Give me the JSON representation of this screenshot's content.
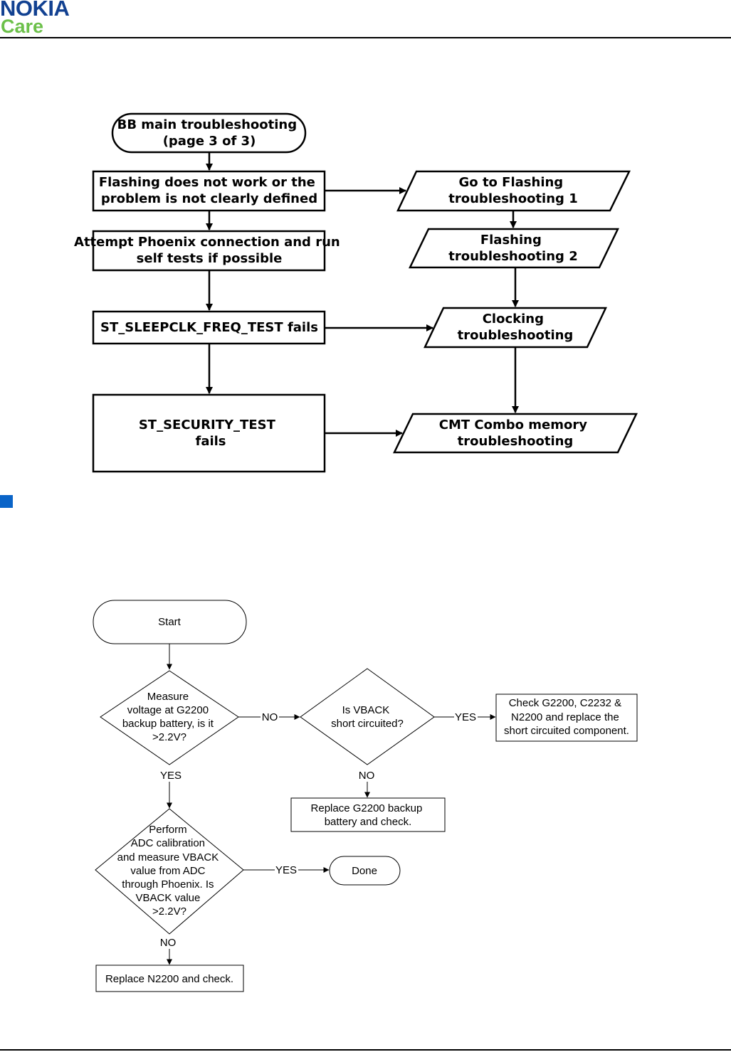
{
  "brand": {
    "name": "NOKIA",
    "sub": "Care",
    "primary_color": "#124191",
    "secondary_color": "#6cc04a"
  },
  "section_marker_color": "#0a64c8",
  "flowchart1": {
    "start": [
      "BB main troubleshooting",
      "(page 3 of 3)"
    ],
    "flashing": [
      "Flashing does not work or the",
      "problem is not clearly defined"
    ],
    "phoenix": [
      "Attempt Phoenix connection and run",
      "self tests if possible"
    ],
    "sleepclk": "ST_SLEEPCLK_FREQ_TEST fails",
    "security": [
      "ST_SECURITY_TEST",
      "fails"
    ],
    "goto_flashing1": [
      "Go to Flashing",
      "troubleshooting 1"
    ],
    "flashing2": [
      "Flashing",
      "troubleshooting 2"
    ],
    "clocking": [
      "Clocking",
      "troubleshooting"
    ],
    "cmt_combo": [
      "CMT Combo memory",
      "troubleshooting"
    ]
  },
  "flowchart2": {
    "start": "Start",
    "measure": [
      "Measure",
      "voltage at G2200",
      "backup battery, is it",
      ">2.2V?"
    ],
    "vback_short": [
      "Is VBACK",
      "short circuited?"
    ],
    "check_components": [
      "Check G2200, C2232 &",
      "N2200 and replace the",
      "short circuited component."
    ],
    "replace_g2200": [
      "Replace G2200 backup",
      "battery and check."
    ],
    "adc": [
      "Perform",
      "ADC calibration",
      "and measure VBACK",
      "value from ADC",
      "through Phoenix. Is",
      "VBACK value",
      ">2.2V?"
    ],
    "done": "Done",
    "replace_n2200": "Replace N2200 and check.",
    "label_no": "NO",
    "label_yes": "YES"
  }
}
